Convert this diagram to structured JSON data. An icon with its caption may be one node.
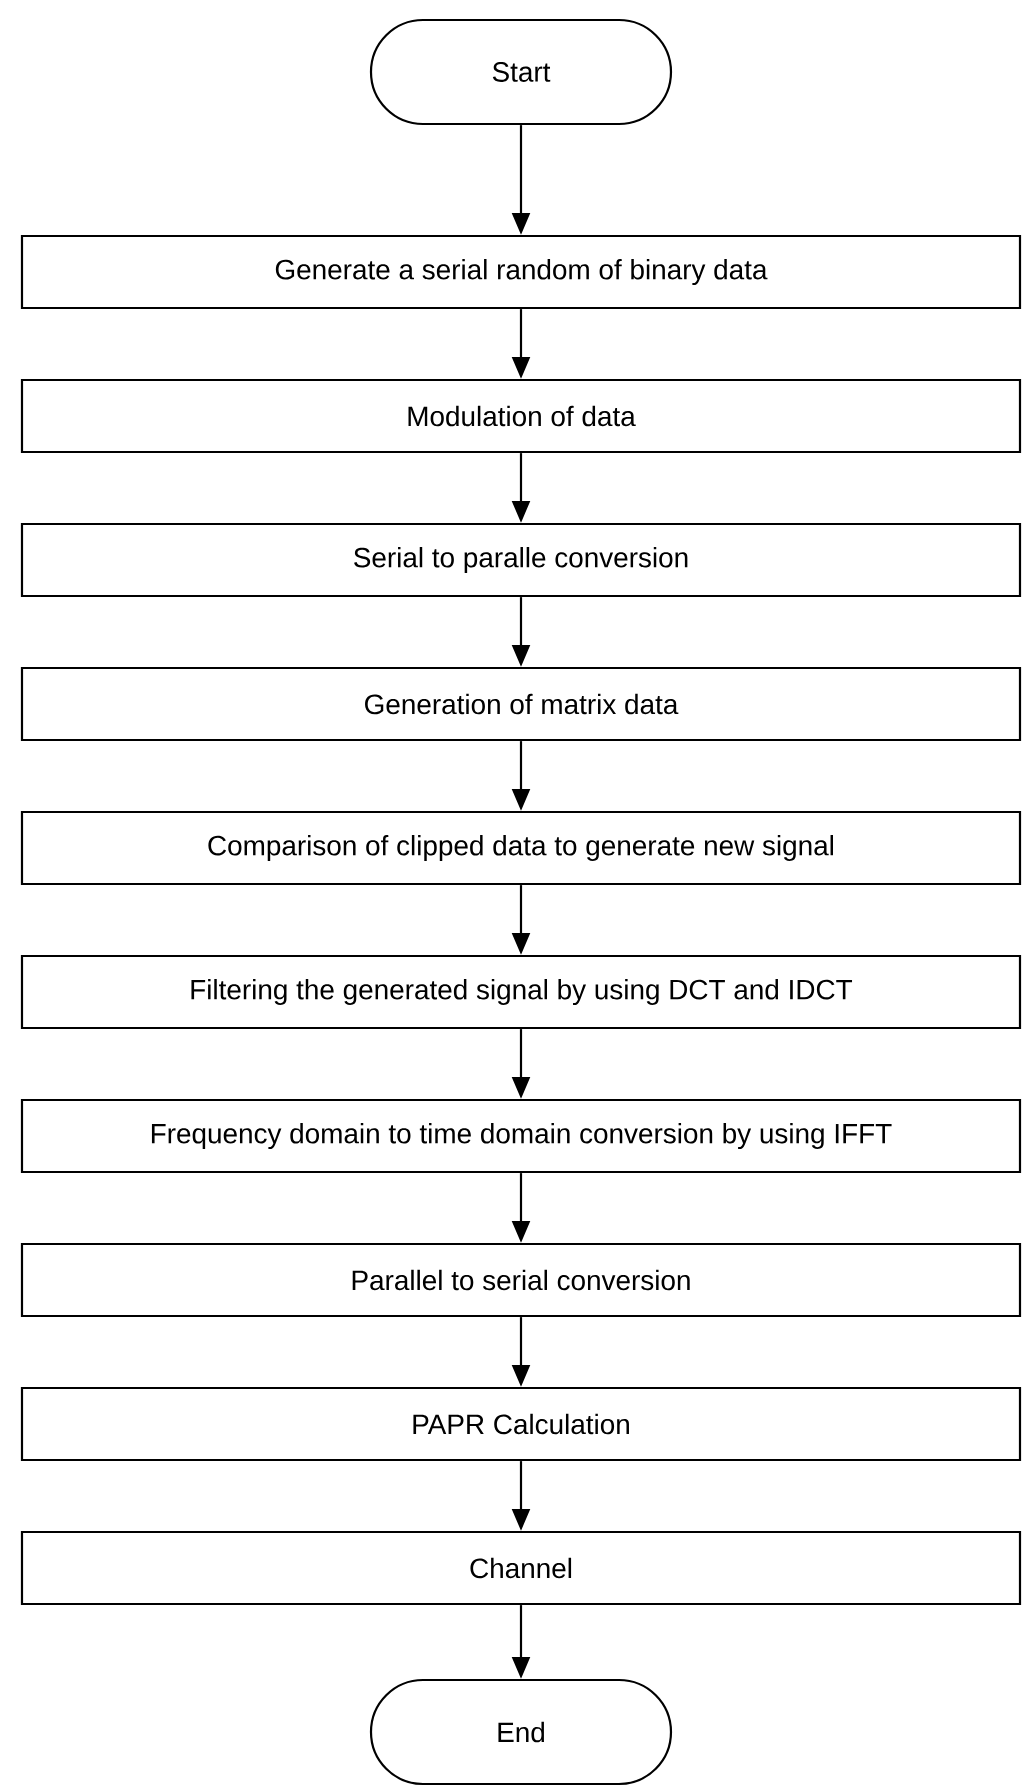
{
  "diagram": {
    "nodes": [
      {
        "text": [
          "Start"
        ]
      },
      {
        "text": [
          "Generate a serial random of binary data"
        ]
      },
      {
        "text": [
          "Modulation of data"
        ]
      },
      {
        "text": [
          "Serial to paralle conversion"
        ]
      },
      {
        "text": [
          "Generation of matrix data"
        ]
      },
      {
        "text": [
          "Comparison of clipped data to generate new signal"
        ]
      },
      {
        "text": [
          "Filtering the generated signal by using DCT and IDCT"
        ]
      },
      {
        "text": [
          "Frequency domain to time domain conversion by using IFFT"
        ]
      },
      {
        "text": [
          "Parallel to serial conversion"
        ]
      },
      {
        "text": [
          "PAPR Calculation"
        ]
      },
      {
        "text": [
          "Channel"
        ]
      },
      {
        "text": [
          "End"
        ]
      }
    ],
    "edges": [
      {
        "from": 0,
        "to": 1,
        "arrow": "to"
      },
      {
        "from": 1,
        "to": 2,
        "arrow": "to"
      },
      {
        "from": 2,
        "to": 3,
        "arrow": "to"
      },
      {
        "from": 3,
        "to": 4,
        "arrow": "to"
      },
      {
        "from": 4,
        "to": 5,
        "arrow": "to"
      },
      {
        "from": 5,
        "to": 6,
        "arrow": "to"
      },
      {
        "from": 6,
        "to": 7,
        "arrow": "to"
      },
      {
        "from": 7,
        "to": 8,
        "arrow": "to"
      },
      {
        "from": 8,
        "to": 9,
        "arrow": "to"
      },
      {
        "from": 9,
        "to": 10,
        "arrow": "to"
      },
      {
        "from": 10,
        "to": 11,
        "arrow": "to"
      }
    ]
  }
}
